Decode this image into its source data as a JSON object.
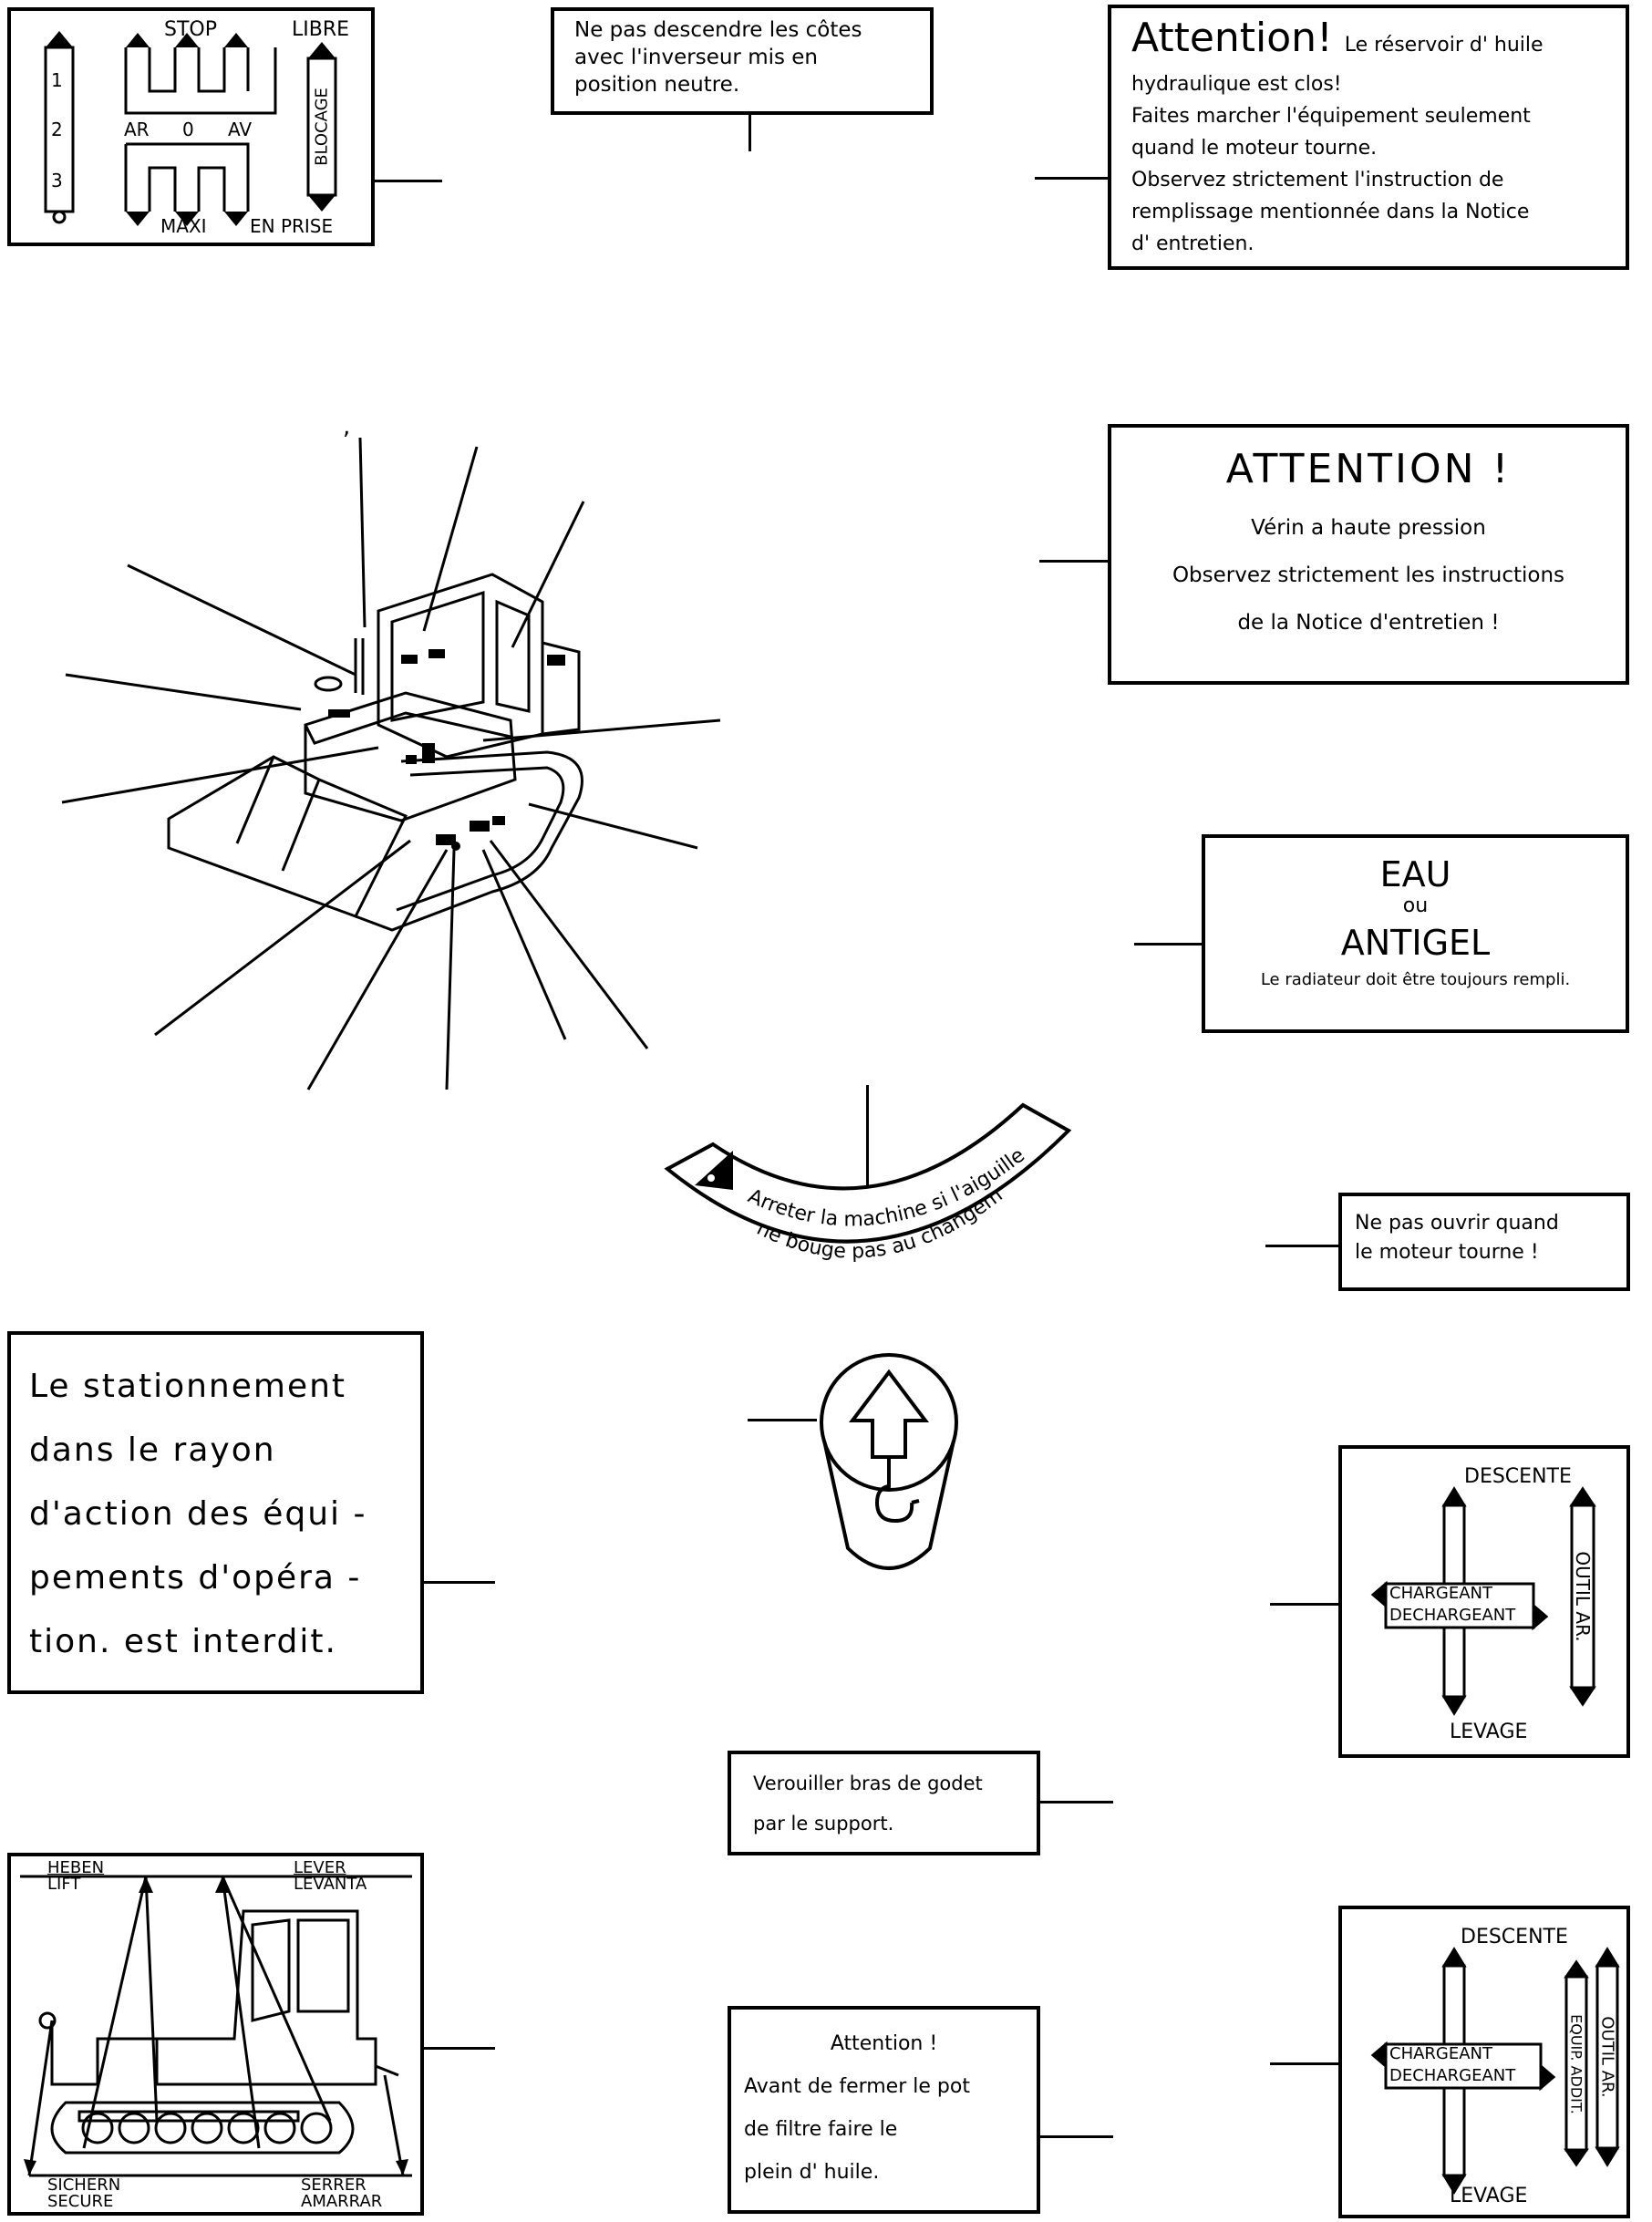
{
  "gearbox": {
    "num1": "1",
    "num2": "2",
    "num3": "3",
    "stop": "STOP",
    "libre": "LIBRE",
    "ar": "AR",
    "zero": "0",
    "av": "AV",
    "blocage": "BLOCAGE",
    "maxi": "MAXI",
    "en_prise": "EN PRISE"
  },
  "slope_warning": {
    "line1": "Ne pas descendre les côtes",
    "line2": "avec l'inverseur mis en",
    "line3": "position neutre."
  },
  "hydraulic_tank": {
    "title": "Attention!",
    "title_tail": "Le réservoir d' huile",
    "lines": [
      "hydraulique est clos!",
      "Faites marcher l'équipement seulement",
      "quand le moteur tourne.",
      "Observez strictement l'instruction de",
      "remplissage mentionnée dans la Notice",
      "d' entretien."
    ]
  },
  "cylinder": {
    "title": "ATTENTION !",
    "line1": "Vérin a haute pression",
    "line2": "Observez strictement les instructions",
    "line3": "de la Notice d'entretien !"
  },
  "radiator": {
    "eau": "EAU",
    "ou": "ou",
    "antigel": "ANTIGEL",
    "note": "Le radiateur doit être toujours rempli."
  },
  "arc_label": {
    "line1": "Arreter la machine si l'aiguille",
    "line2": "ne bouge pas au changement"
  },
  "no_open": {
    "line1": "Ne pas ouvrir quand",
    "line2": "le moteur tourne !"
  },
  "stationnement": {
    "lines": [
      "Le stationnement",
      "dans le rayon",
      "d'action des équi -",
      "pements d'opéra -",
      "tion. est interdit."
    ]
  },
  "lever1": {
    "descente": "DESCENTE",
    "chargeant": "CHARGEANT",
    "dechargeant": "DECHARGEANT",
    "outil": "OUTIL AR.",
    "levage": "LEVAGE"
  },
  "bucket_lock": {
    "line1": "Verouiller bras de godet",
    "line2": "par le support."
  },
  "lift_points": {
    "heben": "HEBEN",
    "lift": "LIFT",
    "lever": "LEVER",
    "levanta": "LEVANTA",
    "sichern": "SICHERN",
    "secure": "SECURE",
    "serrer": "SERRER",
    "amarrar": "AMARRAR"
  },
  "filter": {
    "title": "Attention !",
    "line1": "Avant de fermer le pot",
    "line2": "de filtre faire le",
    "line3": "plein d' huile."
  },
  "lever2": {
    "descente": "DESCENTE",
    "chargeant": "CHARGEANT",
    "dechargeant": "DECHARGEANT",
    "equip": "EQUIP. ADDIT.",
    "outil": "OUTIL AR.",
    "levage": "LEVAGE"
  },
  "icons": {
    "hook": "lifting-hook-icon",
    "warning": "warning-triangle-icon"
  }
}
